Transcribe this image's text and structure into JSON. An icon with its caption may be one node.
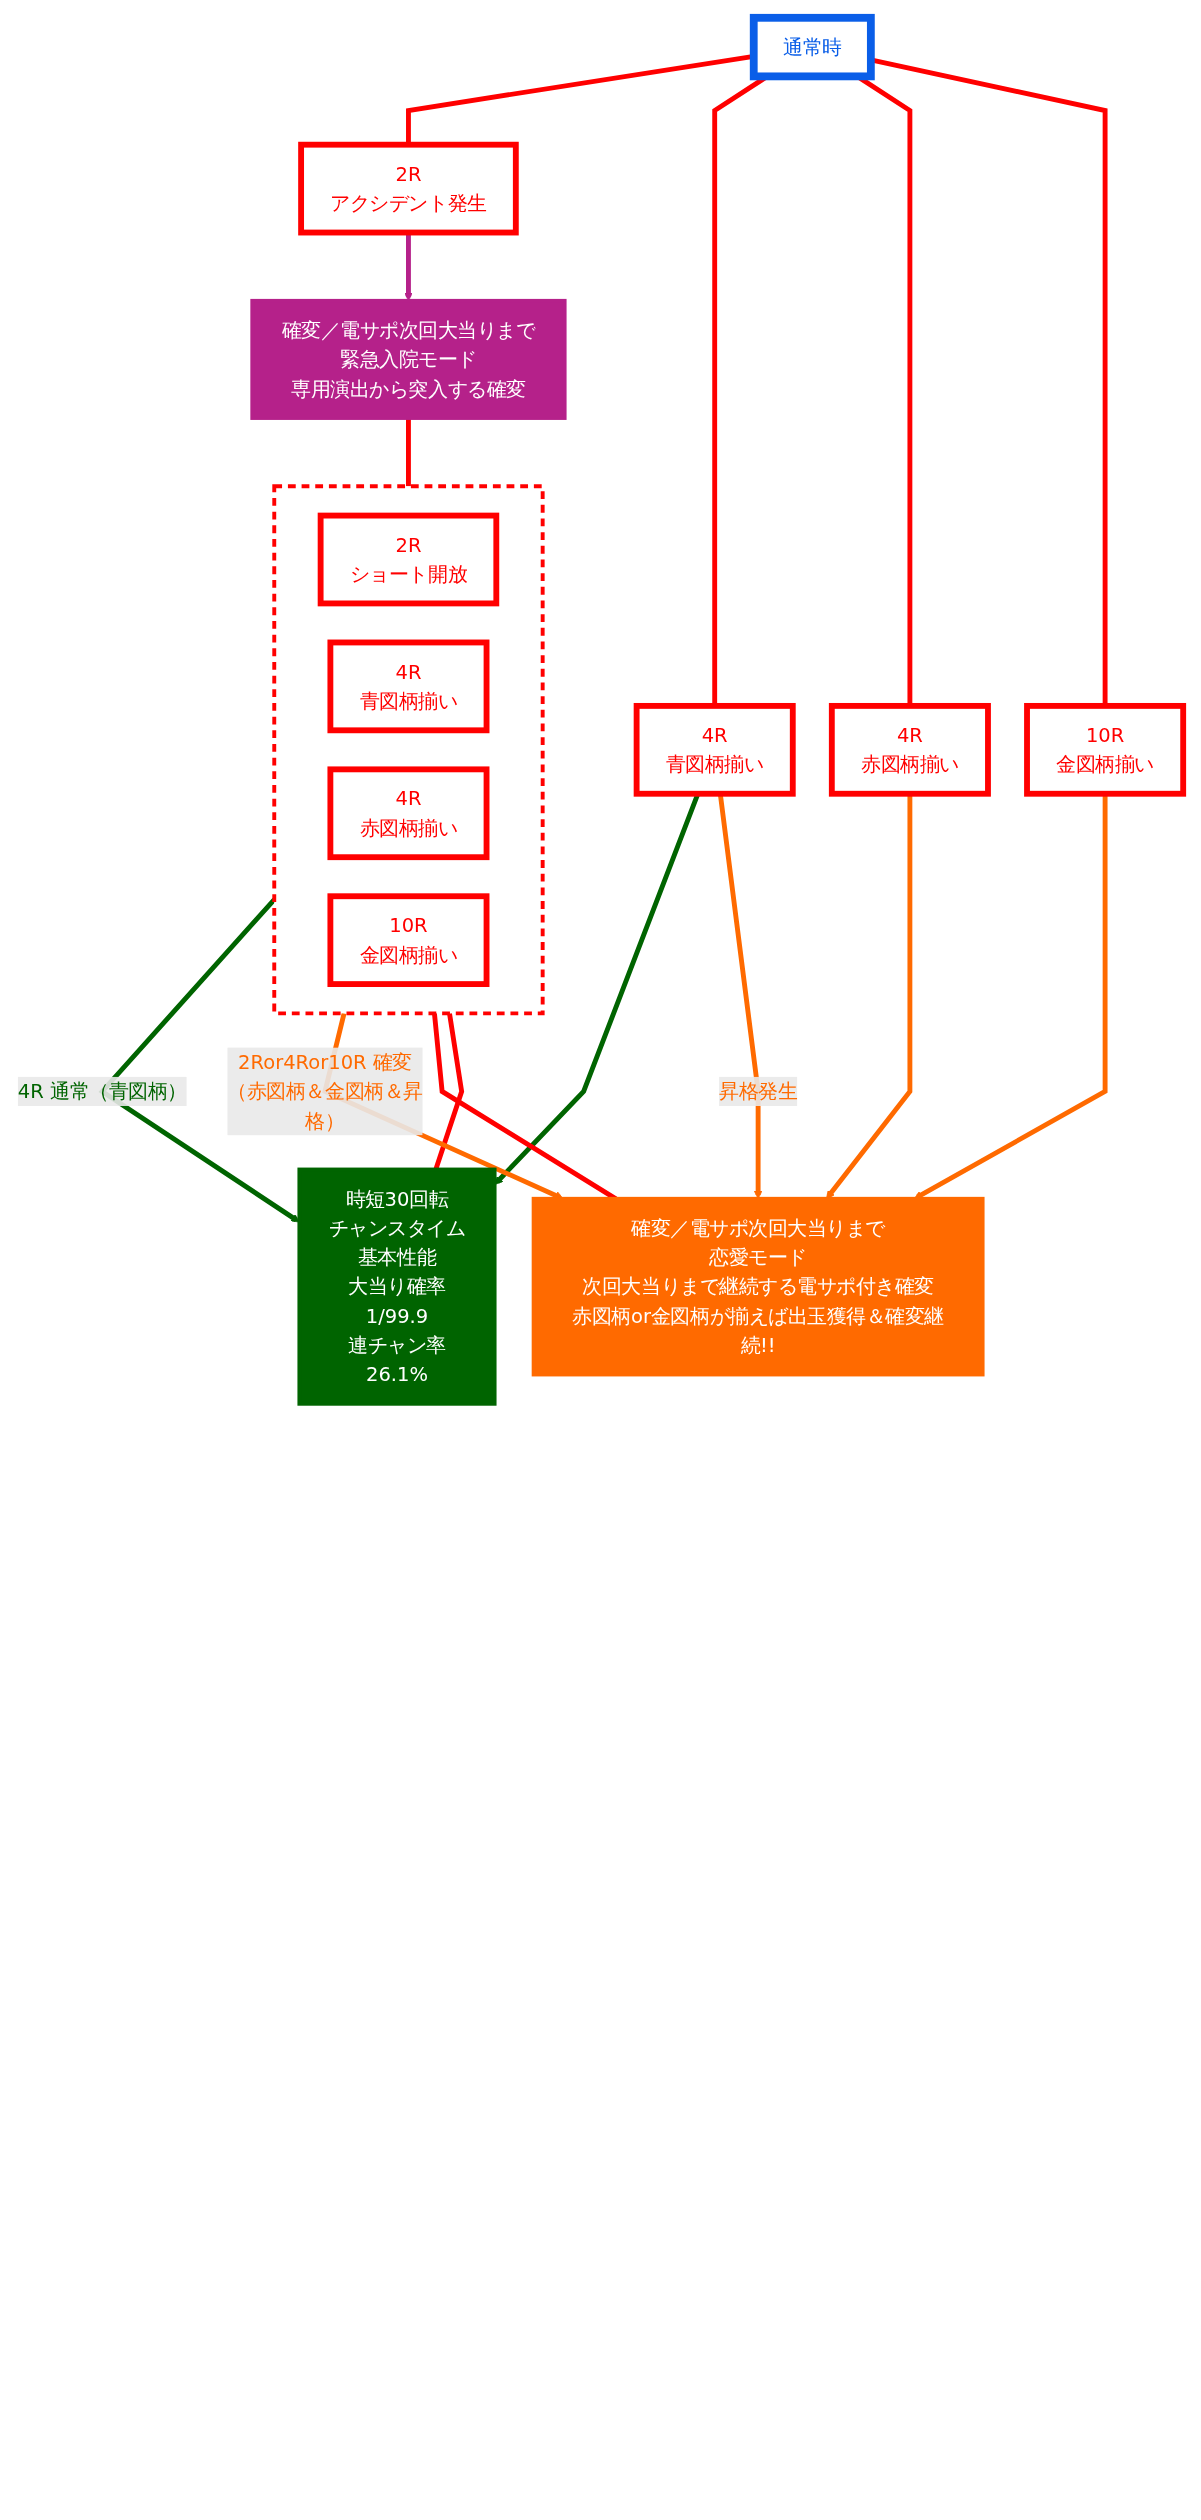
{
  "diagram": {
    "nodes": [
      {
        "text": [
          "通常時"
        ]
      },
      {
        "text": [
          "2R",
          "アクシデント発生"
        ]
      },
      {
        "text": [
          "4R",
          "青図柄揃い"
        ]
      },
      {
        "text": [
          "4R",
          "赤図柄揃い"
        ]
      },
      {
        "text": [
          "10R",
          "金図柄揃い"
        ]
      },
      {
        "text": [
          "時短30回転",
          "チャンスタイム",
          "基本性能",
          "大当り確率",
          "1/99.9",
          "連チャン率",
          "26.1%"
        ]
      },
      {
        "text": [
          "確変／電サポ次回大当りまで",
          "緊急入院モード",
          "専用演出から突入する確変"
        ]
      },
      {
        "text": [],
        "shape": "box"
      },
      {
        "text": [
          "2R",
          "ショート開放"
        ],
        "in": 7
      },
      {
        "text": [
          "4R",
          "青図柄揃い"
        ],
        "in": 7
      },
      {
        "text": [
          "4R",
          "赤図柄揃い"
        ],
        "in": 7
      },
      {
        "text": [
          "10R",
          "金図柄揃い"
        ],
        "in": 7
      },
      {
        "text": [
          "確変／電サポ次回大当りまで",
          "恋愛モード",
          "次回大当りまで継続する電サポ付き確変",
          "赤図柄or金図柄が揃えば出玉獲得＆確変継続!!"
        ]
      }
    ],
    "edges": [
      {
        "from": 0,
        "to": 1,
        "arrow": "none"
      },
      {
        "from": 0,
        "to": 2,
        "arrow": "none"
      },
      {
        "from": 0,
        "to": 3,
        "arrow": "none"
      },
      {
        "from": 0,
        "to": 4,
        "arrow": "none"
      },
      {
        "from": 1,
        "to": 6,
        "arrow": "to",
        "color": "#b5218a"
      },
      {
        "from": 2,
        "to": 5,
        "arrow": "to",
        "color": "#006400"
      },
      {
        "from": 2,
        "to": 12,
        "arrow": "to",
        "label": "昇格発生",
        "color": "#ff6a00"
      },
      {
        "from": 3,
        "to": 12,
        "arrow": "to",
        "color": "#ff6a00"
      },
      {
        "from": 4,
        "to": 12,
        "arrow": "to",
        "color": "#ff6a00"
      },
      {
        "from": 5,
        "to": 7,
        "arrow": "none"
      },
      {
        "from": 6,
        "to": 7,
        "arrow": "none"
      },
      {
        "from": 7,
        "to": 5,
        "arrow": "to",
        "label": "4R 通常（青図柄）",
        "color": "#006400"
      },
      {
        "from": 7,
        "to": 12,
        "arrow": "to",
        "label": "2Ror4Ror10R 確変（赤図柄＆金図柄＆昇格）",
        "color": "#ff6a00"
      },
      {
        "from": 7,
        "to": 12,
        "arrow": "none"
      }
    ]
  }
}
